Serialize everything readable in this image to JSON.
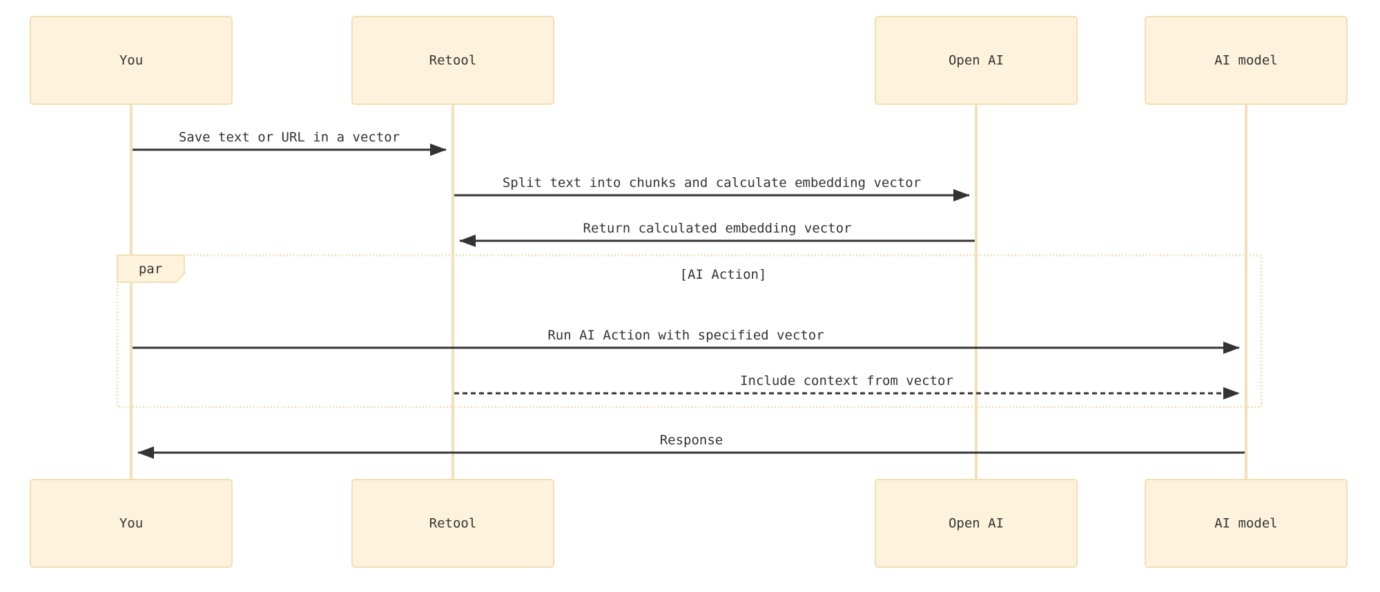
{
  "actors": [
    {
      "id": "you",
      "label": "You"
    },
    {
      "id": "retool",
      "label": "Retool"
    },
    {
      "id": "openai",
      "label": "Open AI"
    },
    {
      "id": "aimodel",
      "label": "AI model"
    }
  ],
  "messages": [
    {
      "from": "you",
      "to": "retool",
      "label": "Save text or URL in a vector",
      "style": "solid"
    },
    {
      "from": "retool",
      "to": "openai",
      "label": "Split text into chunks and calculate embedding vector",
      "style": "solid"
    },
    {
      "from": "openai",
      "to": "retool",
      "label": "Return calculated embedding vector",
      "style": "solid"
    },
    {
      "from": "you",
      "to": "aimodel",
      "label": "Run AI Action with specified vector",
      "style": "solid"
    },
    {
      "from": "retool",
      "to": "aimodel",
      "label": "Include context from vector",
      "style": "dashed"
    },
    {
      "from": "aimodel",
      "to": "you",
      "label": "Response",
      "style": "solid"
    }
  ],
  "fragment": {
    "kind": "par",
    "condition": "[AI Action]"
  },
  "colors": {
    "actor_fill": "#fdf3dc",
    "actor_border": "#f1dfb4",
    "lifeline": "#f3dfb8",
    "arrow": "#333333",
    "text": "#333333"
  }
}
